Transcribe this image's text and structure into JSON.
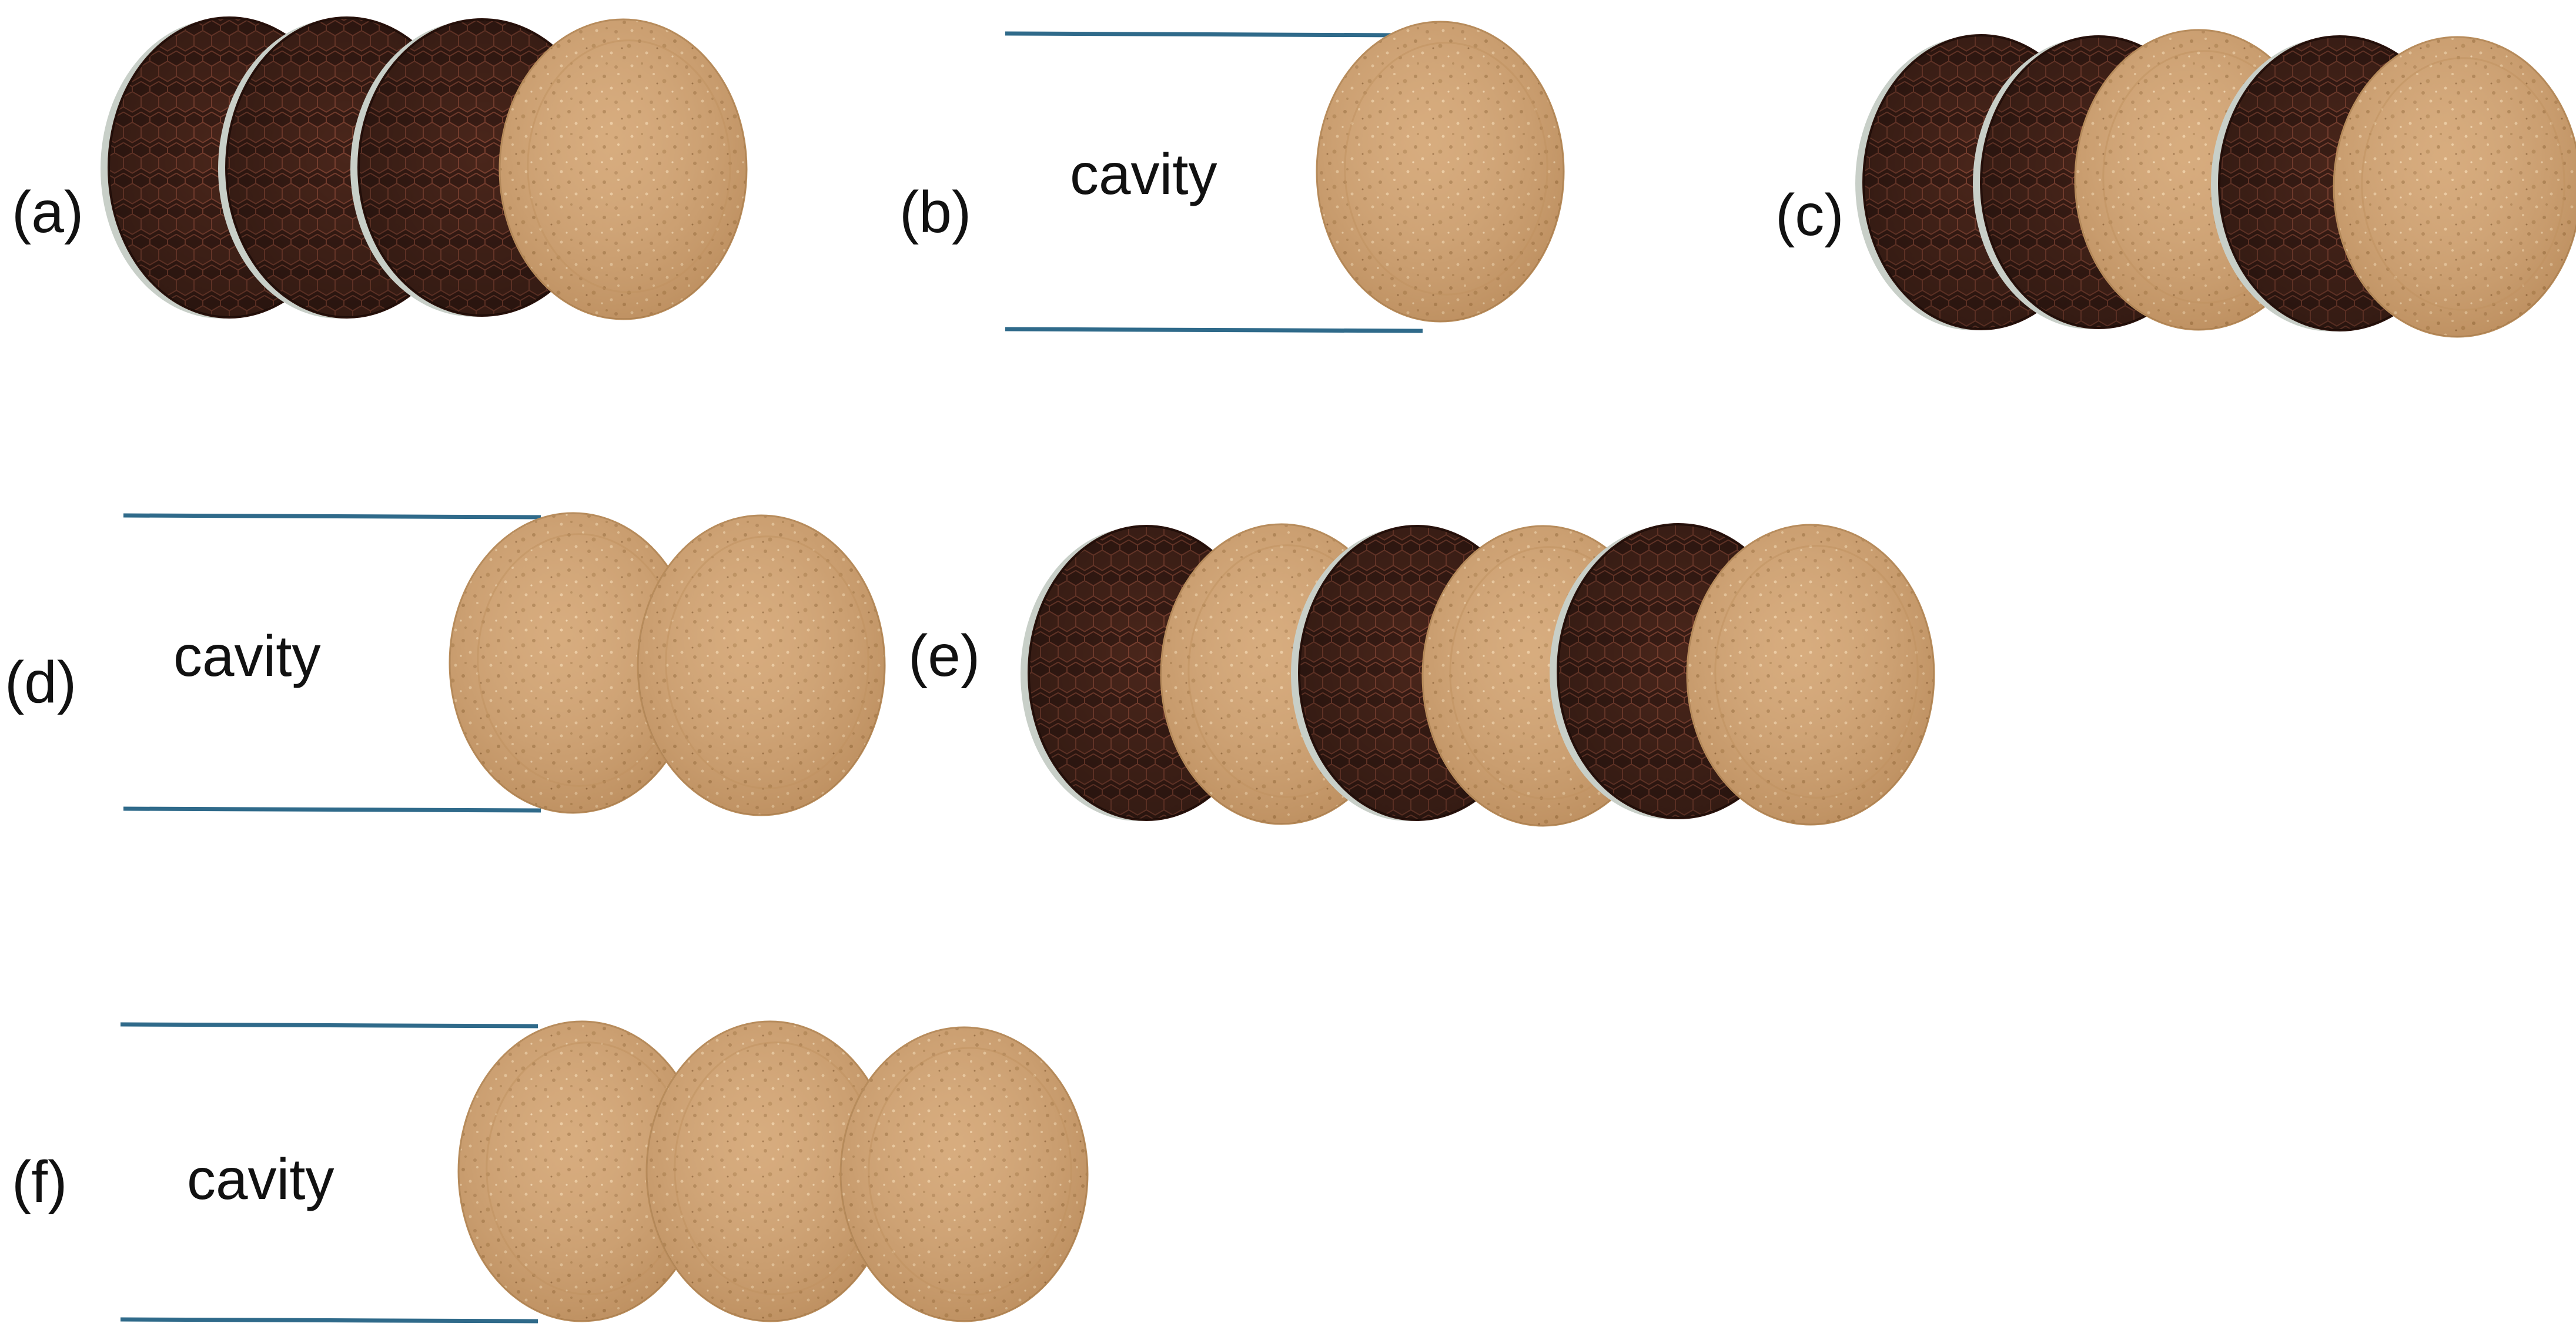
{
  "figure": {
    "panels": [
      {
        "label": "(a)",
        "cavity_text": "",
        "stack": [
          "honeycomb",
          "honeycomb",
          "honeycomb",
          "cork"
        ]
      },
      {
        "label": "(b)",
        "cavity_text": "cavity",
        "stack": [
          "cork"
        ]
      },
      {
        "label": "(c)",
        "cavity_text": "",
        "stack": [
          "honeycomb",
          "honeycomb",
          "cork",
          "honeycomb",
          "cork"
        ]
      },
      {
        "label": "(d)",
        "cavity_text": "cavity",
        "stack": [
          "cork",
          "cork"
        ]
      },
      {
        "label": "(e)",
        "cavity_text": "",
        "stack": [
          "honeycomb",
          "cork",
          "honeycomb",
          "cork",
          "honeycomb",
          "cork"
        ]
      },
      {
        "label": "(f)",
        "cavity_text": "cavity",
        "stack": [
          "cork",
          "cork",
          "cork"
        ]
      }
    ],
    "colors": {
      "cavity_line": "#2f6a8a",
      "cork_base": "#d3a370",
      "cork_speck_dark": "#a97a48",
      "cork_speck_light": "#ecc99c",
      "honeycomb_base": "#3a1d15",
      "honeycomb_cell_edge": "#7a4030",
      "honeycomb_rim": "#c8cfc8",
      "label_text": "#111111"
    }
  }
}
